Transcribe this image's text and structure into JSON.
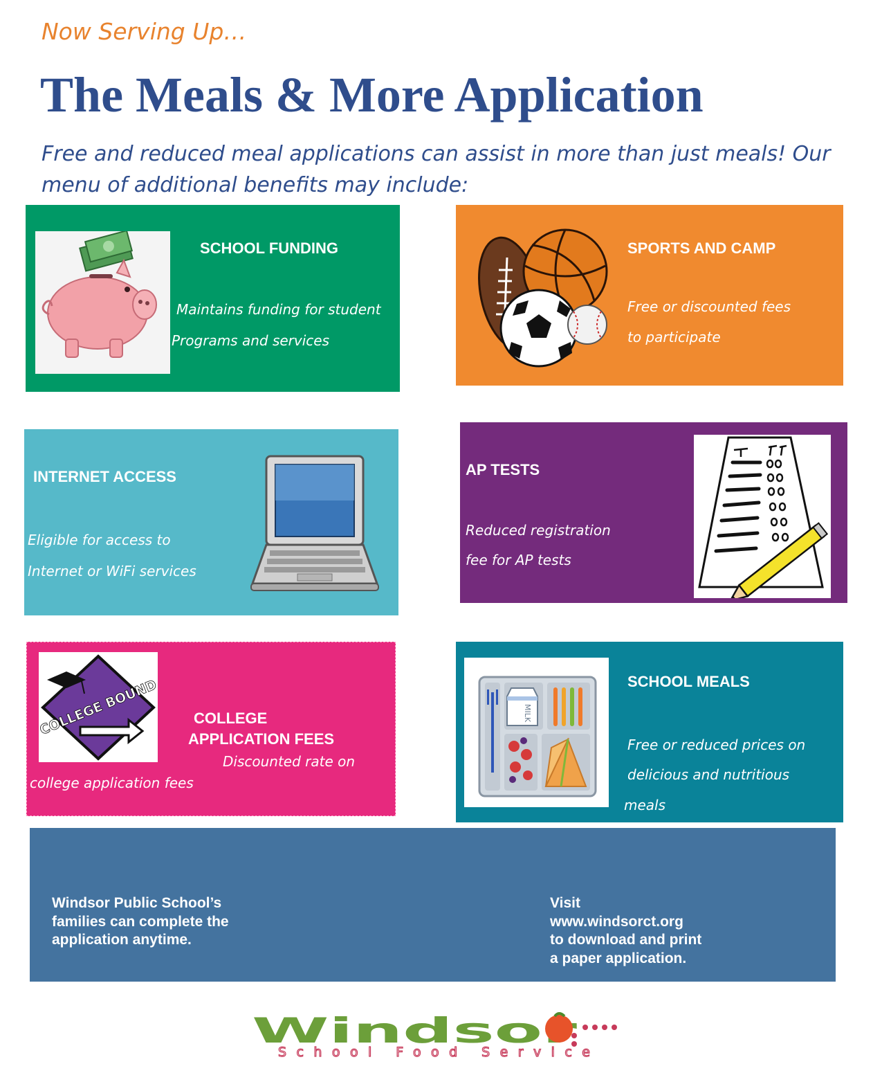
{
  "header": {
    "kicker": "Now Serving Up…",
    "title": "The Meals & More Application",
    "intro": "Free and reduced meal applications can assist in more than just meals! Our menu of additional benefits may include:"
  },
  "cards": {
    "school_funding": {
      "heading": "SCHOOL FUNDING",
      "line1": "Maintains funding for student",
      "line2": "Programs and services",
      "color": "#009966"
    },
    "sports_camp": {
      "heading": "SPORTS AND CAMP",
      "line1": "Free or discounted fees",
      "line2": "to participate",
      "color": "#f08a2f"
    },
    "internet_access": {
      "heading": "INTERNET ACCESS",
      "line1": "Eligible for access to",
      "line2": "Internet or WiFi services",
      "color": "#56b9c9"
    },
    "ap_tests": {
      "heading": "AP TESTS",
      "line1": "Reduced registration",
      "line2": "fee for AP tests",
      "color": "#742b7c"
    },
    "college_fees": {
      "heading1": "COLLEGE",
      "heading2": "APPLICATION FEES",
      "line1": "Discounted rate on",
      "line2": "college application fees",
      "sign_text": "COLLEGE BOUND",
      "color": "#e7297e"
    },
    "school_meals": {
      "heading": "SCHOOL MEALS",
      "line1": "Free or reduced  prices on",
      "line2": "delicious and nutritious",
      "line3": "meals",
      "milk_label": "MILK",
      "color": "#0a8399"
    }
  },
  "footer": {
    "left_lines": [
      "Windsor Public School’s",
      "families can complete the",
      "application anytime."
    ],
    "right_lines": [
      "Visit",
      "www.windsorct.org",
      "to download and print",
      "a paper application."
    ],
    "color": "#44739f"
  },
  "logo": {
    "wordmark": "Windsor",
    "subtitle": "School Food Service"
  }
}
